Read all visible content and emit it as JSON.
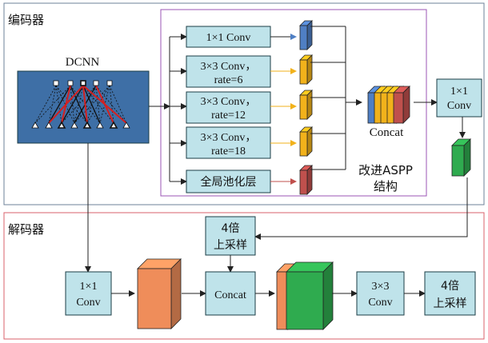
{
  "encoder": {
    "title": "编码器",
    "dcnn_label": "DCNN",
    "aspp_caption": [
      "改进ASPP",
      "结构"
    ],
    "branches": [
      {
        "lines": [
          "1×1 Conv"
        ],
        "color": "#4f7fc4"
      },
      {
        "lines": [
          "3×3 Conv，",
          "rate=6"
        ],
        "color": "#f2b21b"
      },
      {
        "lines": [
          "3×3 Conv，",
          "rate=12"
        ],
        "color": "#f2b21b"
      },
      {
        "lines": [
          "3×3 Conv，",
          "rate=18"
        ],
        "color": "#f2b21b"
      },
      {
        "lines": [
          "全局池化层"
        ],
        "color": "#c0504d"
      }
    ],
    "concat_label": "Concat",
    "conv1x1": [
      "1×1",
      "Conv"
    ],
    "colors": {
      "frame": "#6c8099",
      "aspp_frame": "#9b55b4",
      "box_fill": "#bfe3ea",
      "dcnn_fill": "#3e6fa6",
      "red_link": "#d42020",
      "green_feature": "#2fab4f"
    }
  },
  "decoder": {
    "title": "解码器",
    "upsample_top": [
      "4倍",
      "上采样"
    ],
    "conv1x1": [
      "1×1",
      "Conv"
    ],
    "concat": "Concat",
    "conv3x3": [
      "3×3",
      "Conv"
    ],
    "upsample_out": [
      "4倍",
      "上采样"
    ],
    "colors": {
      "frame": "#d9606b",
      "orange_feature": "#ef8d5a",
      "green_feature": "#2fab4f"
    }
  }
}
